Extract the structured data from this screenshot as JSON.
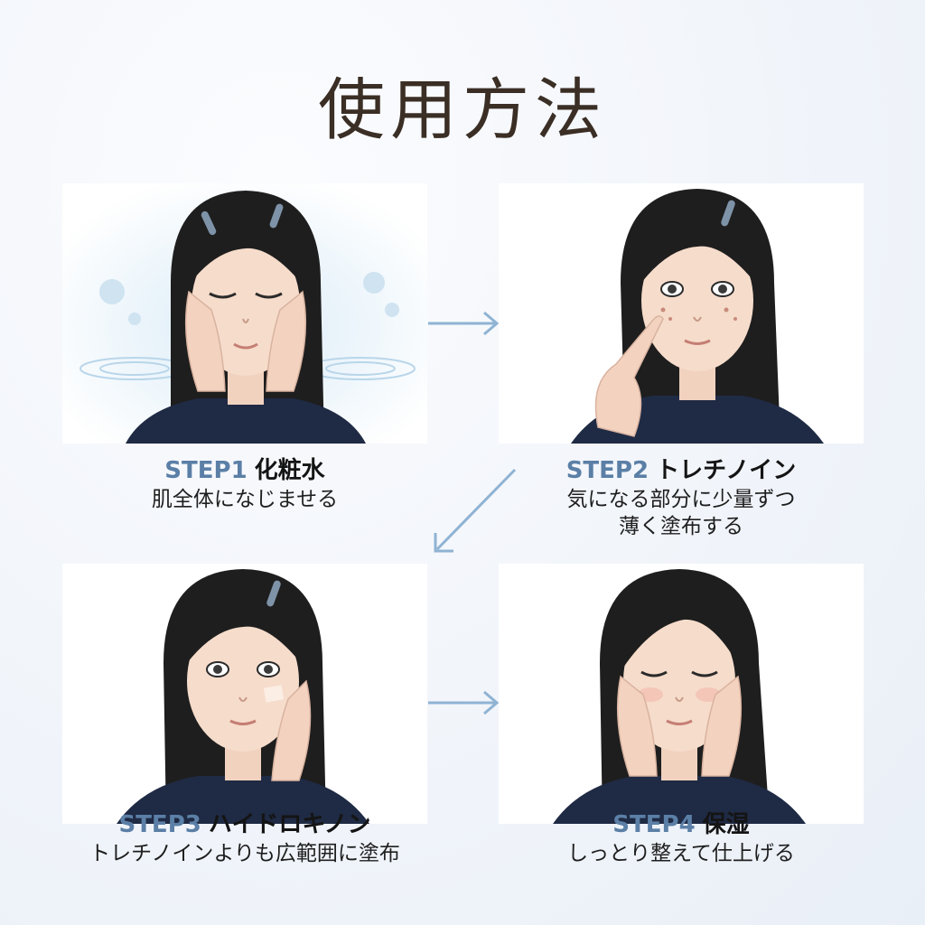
{
  "title": "使用方法",
  "steps": [
    {
      "id": "STEP1",
      "name": "化粧水",
      "desc": [
        "肌全体になじませる"
      ]
    },
    {
      "id": "STEP2",
      "name": "トレチノイン",
      "desc": [
        "気になる部分に少量ずつ",
        "薄く塗布する"
      ]
    },
    {
      "id": "STEP3",
      "name": "ハイドロキノン",
      "desc": [
        "トレチノインよりも広範囲に塗布"
      ]
    },
    {
      "id": "STEP4",
      "name": "保湿",
      "desc": [
        "しっとり整えて仕上げる"
      ]
    }
  ],
  "colors": {
    "step_label": "#5b7fa6",
    "arrow": "#8fb3d3",
    "hair": "#1e1e1e",
    "skin": "#f6dccb",
    "shirt": "#1f2a44",
    "title": "#3a2e25"
  },
  "icons": [
    "arrow-right-icon",
    "arrow-down-left-icon",
    "hair-clip-icon"
  ]
}
